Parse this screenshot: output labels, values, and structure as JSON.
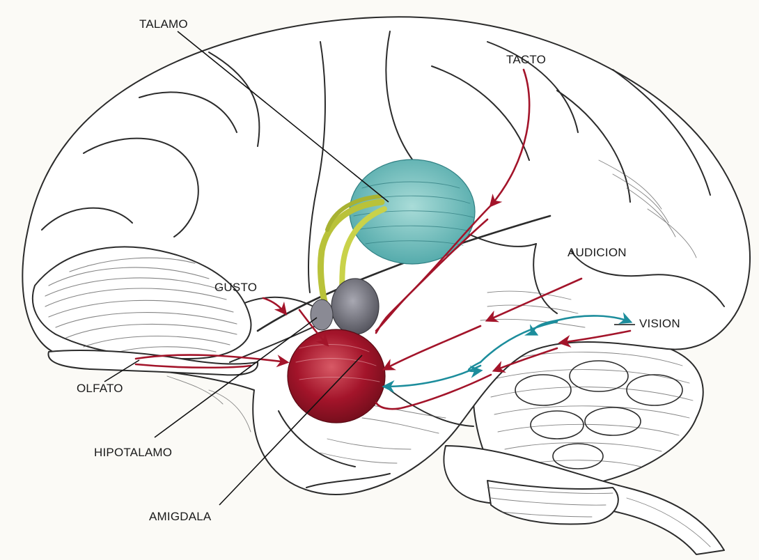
{
  "labels": {
    "talamo": "TALAMO",
    "tacto": "TACTO",
    "audicion": "AUDICION",
    "vision": "VISION",
    "gusto": "GUSTO",
    "olfato": "OLFATO",
    "hipotalamo": "HIPOTALAMO",
    "amigdala": "AMIGDALA"
  },
  "colors": {
    "thalamus": "#5fb4b4",
    "amygdala": "#a3142a",
    "hypothalamus": "#6f6f78",
    "fornix": "#b9c23a",
    "red_pathways": "#a3142a",
    "vision_pathways": "#1c8d9c"
  }
}
